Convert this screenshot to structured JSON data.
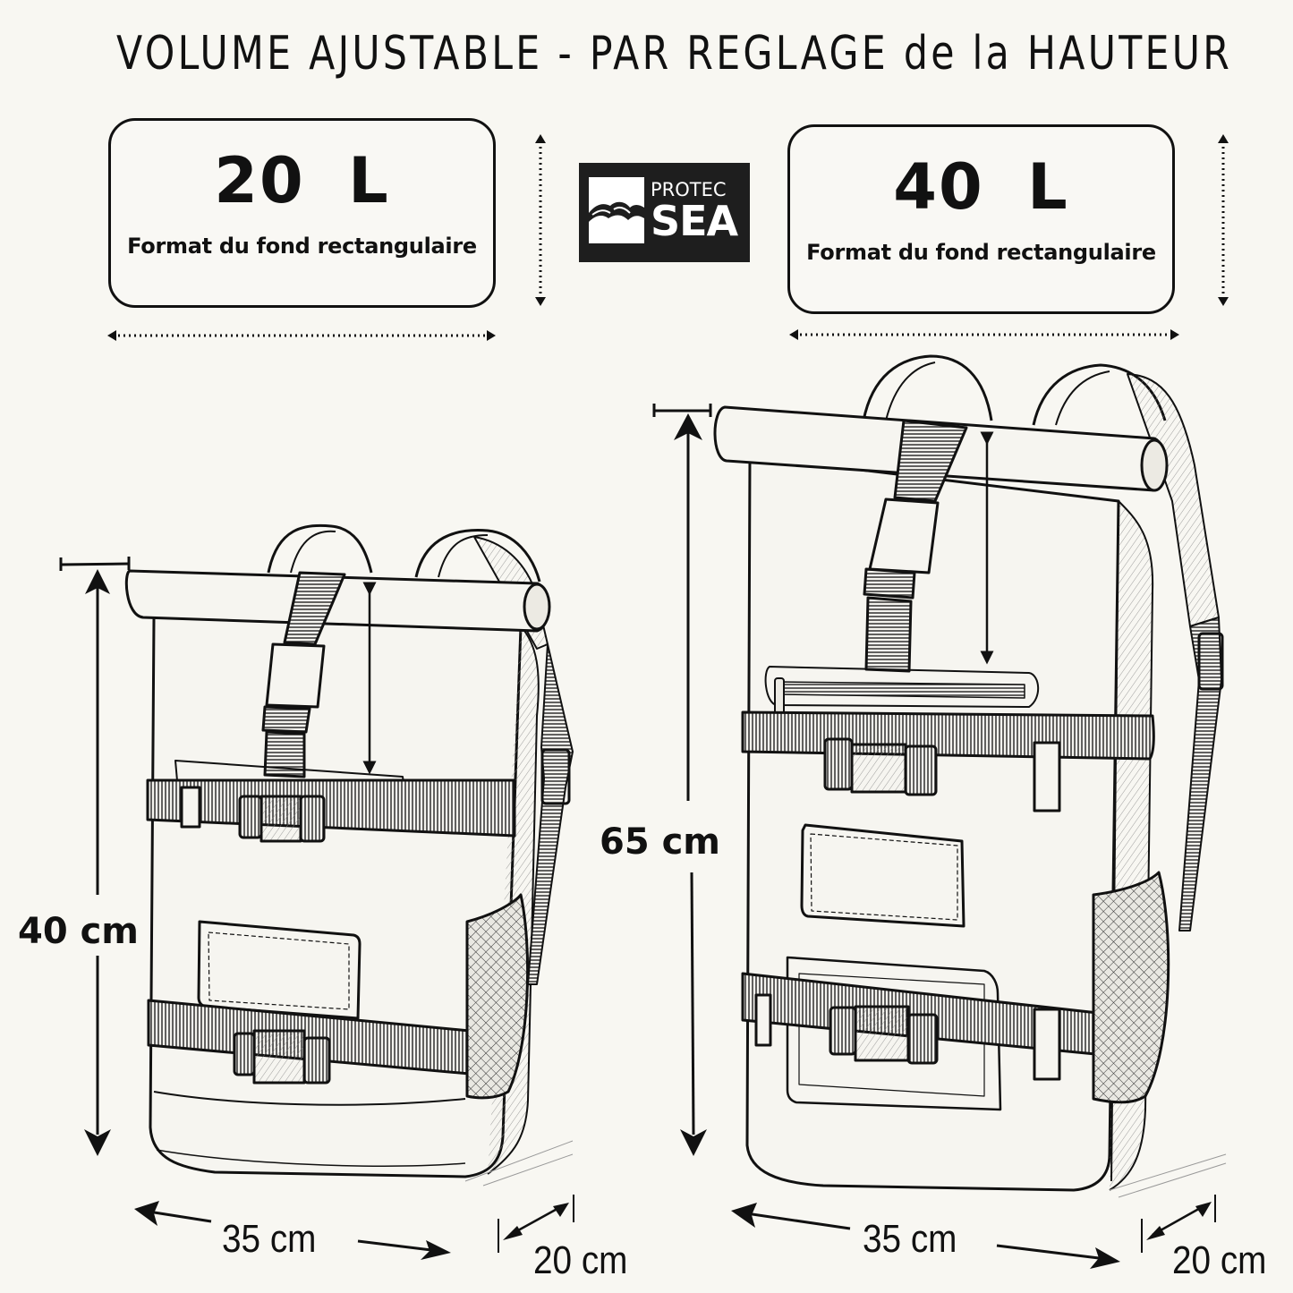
{
  "title": "VOLUME AJUSTABLE - PAR REGLAGE de la HAUTEUR",
  "logo": {
    "line1": "PROTEC",
    "line2": "SEA",
    "icon": "wave-icon",
    "background": "#1e1e1e"
  },
  "variants": [
    {
      "volume": "20  L",
      "bottom_format": "Format du fond rectangulaire",
      "height": "40 cm",
      "width": "35 cm",
      "depth": "20 cm"
    },
    {
      "volume": "40  L",
      "bottom_format": "Format du fond rectangulaire",
      "height": "65 cm",
      "width": "35 cm",
      "depth": "20 cm"
    }
  ],
  "colors": {
    "background": "#f8f7f2",
    "ink": "#111111"
  }
}
